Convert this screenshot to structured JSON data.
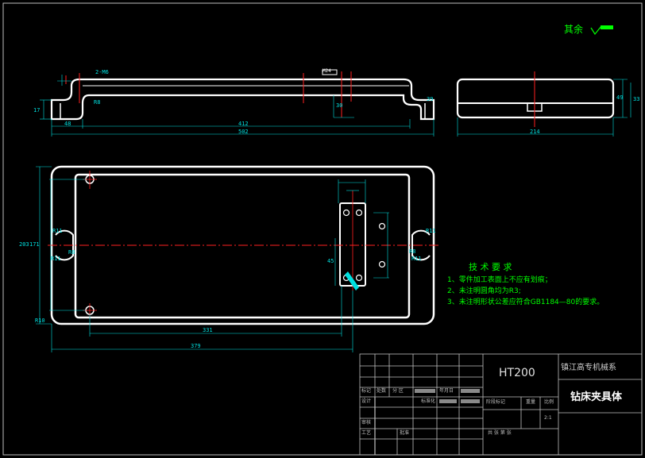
{
  "roughness_note": "其余",
  "tech_requirements": {
    "title": "技 术 要 求",
    "items": [
      "1、零件加工表面上不应有划痕；",
      "2、未注明圆角均为R3;",
      "3、未注明形状公差应符合GB1184—80的要求。"
    ]
  },
  "front_view": {
    "dims": {
      "d48": "48",
      "d412": "412",
      "d502": "502",
      "d17": "17",
      "d30": "30",
      "d2m6": "2-M6",
      "dR8": "R8",
      "d39": "39",
      "dM": "M24"
    }
  },
  "side_view": {
    "dims": {
      "d214": "214",
      "d49": "49",
      "d33": "33"
    }
  },
  "plan_view": {
    "dims": {
      "d331": "331",
      "d379": "379",
      "d171": "171",
      "d203": "203",
      "d45": "45",
      "dR10": "R10",
      "dR11a": "R11",
      "dR11b": "R11",
      "dR11c": "R11",
      "dR11d": "R11",
      "dR8a": "R8",
      "dR8b": "R8"
    }
  },
  "title_block": {
    "material": "HT200",
    "institution": "镇江高专机械系",
    "drawing_name": "钻床夹具体",
    "scale": "2:1",
    "labels": {
      "mark": "标记",
      "count": "处数",
      "zone": "分 区",
      "change_doc": "更改文件号",
      "signature": "签名",
      "date": "年月日",
      "design": "设计",
      "standardize": "标准化",
      "stage_mark": "阶段标记",
      "weight": "重量",
      "scale_lbl": "比例",
      "review": "审核",
      "process": "工艺",
      "approve": "批准",
      "sheets": "共  张  第  张"
    }
  },
  "colors": {
    "outline": "#ffffff",
    "dimension": "#00e0e0",
    "center": "#ff2020",
    "text_green": "#00ff00",
    "frame": "#c0c0c0"
  }
}
